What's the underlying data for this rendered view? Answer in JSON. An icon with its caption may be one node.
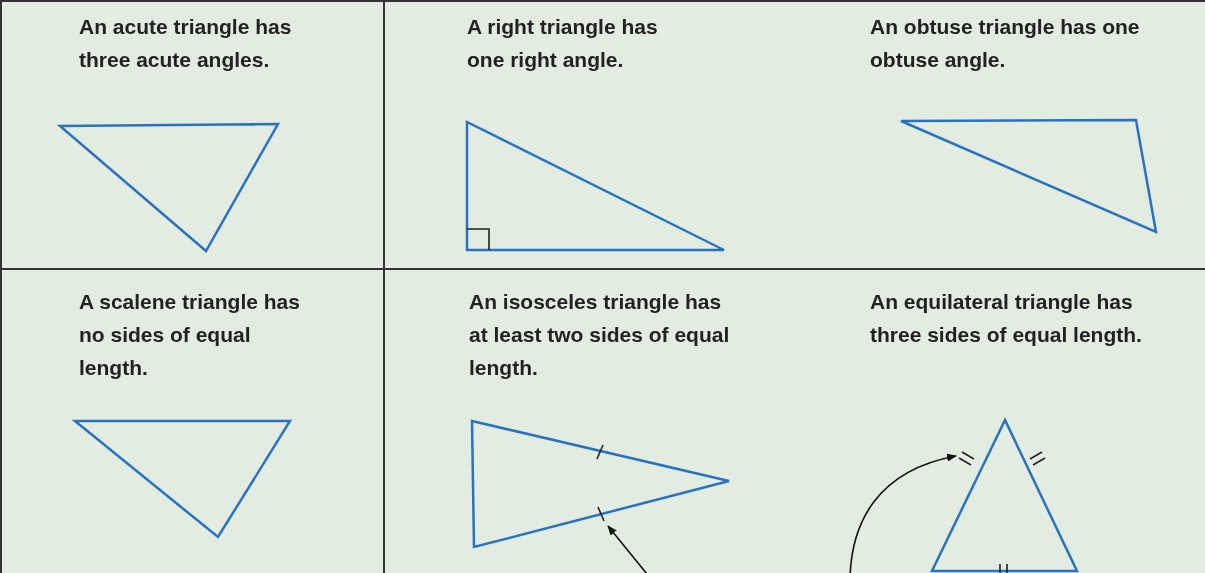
{
  "diagram": {
    "nodes": [
      {
        "text": [
          "An acute triangle has three acute angles."
        ]
      },
      {
        "text": [
          "A right triangle has one right angle.",
          "An obtuse triangle has one obtuse angle."
        ]
      },
      {
        "text": [
          "A scalene triangle has no sides of equal length."
        ]
      },
      {
        "text": [
          "An isosceles triangle has at least two sides of equal length.",
          "An equilateral triangle has three sides of equal length."
        ]
      },
      {
        "text": [],
        "shape": "triangle",
        "in": 0
      },
      {
        "text": [],
        "shape": "triangle",
        "in": 1
      },
      {
        "text": [],
        "shape": "triangle",
        "in": 1
      },
      {
        "text": [],
        "shape": "triangle",
        "in": 2
      },
      {
        "text": [],
        "shape": "triangle",
        "in": 3
      },
      {
        "text": [],
        "shape": "triangle",
        "in": 3
      }
    ],
    "edges": [
      {
        "from": null,
        "to": 8,
        "arrow": "to"
      },
      {
        "from": null,
        "to": 9,
        "arrow": "to"
      }
    ]
  }
}
